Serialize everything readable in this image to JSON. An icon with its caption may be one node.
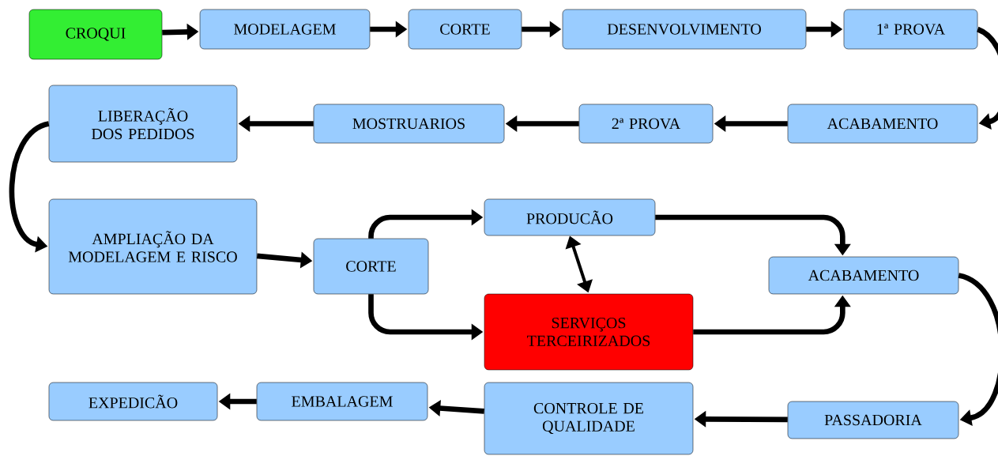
{
  "diagram": {
    "nodes": [
      {
        "text": [
          "CROQUI"
        ]
      },
      {
        "text": [
          "MODELAGEM"
        ]
      },
      {
        "text": [
          "CORTE"
        ]
      },
      {
        "text": [
          "DESENVOLVIMENTO"
        ]
      },
      {
        "text": [
          "1ª PROVA"
        ]
      },
      {
        "text": [
          "LIBERAÇÃO DOS PEDIDOS"
        ]
      },
      {
        "text": [
          "MOSTRUARIOS"
        ]
      },
      {
        "text": [
          "2ª PROVA"
        ]
      },
      {
        "text": [
          "ACABAMENTO"
        ]
      },
      {
        "text": [
          "AMPLIAÇÃO DA MODELAGEM E RISCO"
        ]
      },
      {
        "text": [
          "CORTE"
        ]
      },
      {
        "text": [
          "PRODUCÃO"
        ]
      },
      {
        "text": [
          "SERVIÇOS TERCEIRIZADOS"
        ]
      },
      {
        "text": [
          "ACABAMENTO"
        ]
      },
      {
        "text": [
          "EXPEDICÃO"
        ]
      },
      {
        "text": [
          "EMBALAGEM"
        ]
      },
      {
        "text": [
          "CONTROLE DE QUALIDADE"
        ]
      },
      {
        "text": [
          "PASSADORIA"
        ]
      }
    ],
    "edges": [
      {
        "from": 0,
        "to": 1,
        "arrow": "to"
      },
      {
        "from": 1,
        "to": 2,
        "arrow": "to"
      },
      {
        "from": 2,
        "to": 3,
        "arrow": "to"
      },
      {
        "from": 3,
        "to": 4,
        "arrow": "to"
      },
      {
        "from": 4,
        "to": 8,
        "arrow": "to"
      },
      {
        "from": 8,
        "to": 7,
        "arrow": "to"
      },
      {
        "from": 7,
        "to": 6,
        "arrow": "to"
      },
      {
        "from": 6,
        "to": 5,
        "arrow": "to"
      },
      {
        "from": 5,
        "to": 9,
        "arrow": "to"
      },
      {
        "from": 9,
        "to": 10,
        "arrow": "to"
      },
      {
        "from": 10,
        "to": 11,
        "arrow": "to"
      },
      {
        "from": 10,
        "to": 12,
        "arrow": "to"
      },
      {
        "from": 11,
        "to": 12,
        "arrow": "both"
      },
      {
        "from": 11,
        "to": 13,
        "arrow": "to"
      },
      {
        "from": 12,
        "to": 13,
        "arrow": "to"
      },
      {
        "from": 13,
        "to": 17,
        "arrow": "to"
      },
      {
        "from": 17,
        "to": 16,
        "arrow": "to"
      },
      {
        "from": 16,
        "to": 15,
        "arrow": "to"
      },
      {
        "from": 15,
        "to": 14,
        "arrow": "to"
      }
    ]
  }
}
